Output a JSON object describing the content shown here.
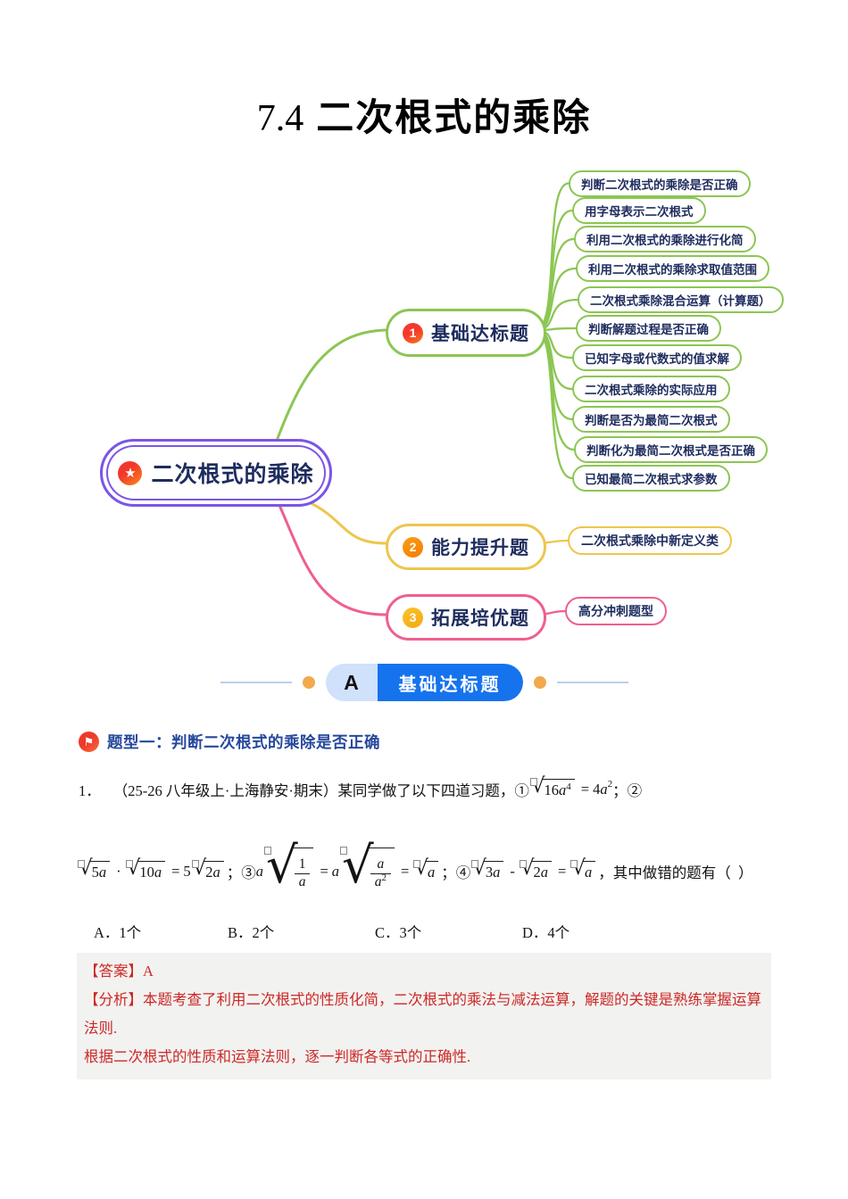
{
  "title": {
    "number": "7.4",
    "text": "二次根式的乘除"
  },
  "mindmap": {
    "root": {
      "label": "二次根式的乘除",
      "color": "#7b55e6"
    },
    "branches": [
      {
        "badge": "1",
        "label": "基础达标题",
        "color": "#8cc653",
        "children": [
          "判断二次根式的乘除是否正确",
          "用字母表示二次根式",
          "利用二次根式的乘除进行化简",
          "利用二次根式的乘除求取值范围",
          "二次根式乘除混合运算（计算题）",
          "判断解题过程是否正确",
          "已知字母或代数式的值求解",
          "二次根式乘除的实际应用",
          "判断是否为最简二次根式",
          "判断化为最简二次根式是否正确",
          "已知最简二次根式求参数"
        ]
      },
      {
        "badge": "2",
        "label": "能力提升题",
        "color": "#edc64e",
        "children": [
          "二次根式乘除中新定义类"
        ]
      },
      {
        "badge": "3",
        "label": "拓展培优题",
        "color": "#ef5f8e",
        "children": [
          "高分冲刺题型"
        ]
      }
    ]
  },
  "banner": {
    "letter": "A",
    "label": "基础达标题"
  },
  "topic": {
    "label": "题型一：判断二次根式的乘除是否正确"
  },
  "q1": {
    "number": "1．",
    "intro": "（25-26 八年级上·上海静安·期末）某同学做了以下四道习题，①",
    "rad1": {
      "coef": "16",
      "var": "a",
      "sup": "4"
    },
    "eq": "=",
    "rhs_coef": "4",
    "rhs_var": "a",
    "rhs_sup": "2",
    "tail": "；②"
  },
  "line2": {
    "rad_5a": {
      "coef": "5",
      "var": "a"
    },
    "dot": "·",
    "rad_10a": {
      "coef": "10",
      "var": "a"
    },
    "eq1": "=",
    "coef5": "5",
    "rad_2a": {
      "coef": "2",
      "var": "a"
    },
    "sep3": "；③",
    "a_pre": "a",
    "frac1": {
      "num": "1",
      "den": "a"
    },
    "eq2": "=",
    "a_mid": "a",
    "frac2": {
      "num": "a",
      "den": "a",
      "den_sup": "2"
    },
    "eq3": "=",
    "rad_a1": {
      "var": "a"
    },
    "sep4": "；④",
    "rad_3a": {
      "coef": "3",
      "var": "a"
    },
    "minus": "-",
    "rad_2a2": {
      "coef": "2",
      "var": "a"
    },
    "eq4": "=",
    "rad_a2": {
      "var": "a"
    },
    "tail": "，其中做错的题有（  ）"
  },
  "options": [
    "A．1个",
    "B．2个",
    "C．3个",
    "D．4个"
  ],
  "answer": {
    "tag": "【答案】",
    "value": "A"
  },
  "analysis": {
    "p1": "【分析】本题考查了利用二次根式的性质化简，二次根式的乘法与减法运算，解题的关键是熟练掌握运算法则.",
    "p2": "根据二次根式的性质和运算法则，逐一判断各等式的正确性."
  },
  "colors": {
    "node_text_navy": "#1e2c5e",
    "banner_blue": "#1673ee",
    "banner_light_blue": "#cfe1fb",
    "banner_dot_orange": "#f2a94d",
    "topic_blue": "#26489c",
    "answer_red": "#cc2927",
    "answer_bg": "#f2f2f0"
  }
}
